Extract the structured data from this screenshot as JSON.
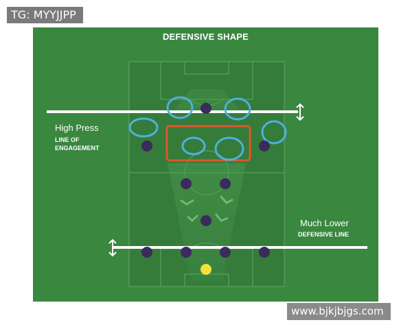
{
  "header_tag": "TG: MYYJJPP",
  "diagram": {
    "title": "DEFENSIVE SHAPE",
    "labels": {
      "high_press": "High Press",
      "line_of_engagement": "LINE OF\nENGAGEMENT",
      "much_lower": "Much Lower",
      "defensive_line": "DEFENSIVE LINE"
    },
    "colors": {
      "grass": "#3a8740",
      "player": "#3b2a5c",
      "goalkeeper": "#f2e23a",
      "pressing_ring": "#4fb0e0",
      "highlight_box": "#e0552b",
      "line": "#ffffff"
    },
    "icons": [
      "double-arrow-icon",
      "player-marker-icon",
      "goalkeeper-marker-icon",
      "pressing-ring-icon",
      "movement-chevron-icon"
    ]
  },
  "footer_watermark": "www.bjkjbjgs.com"
}
